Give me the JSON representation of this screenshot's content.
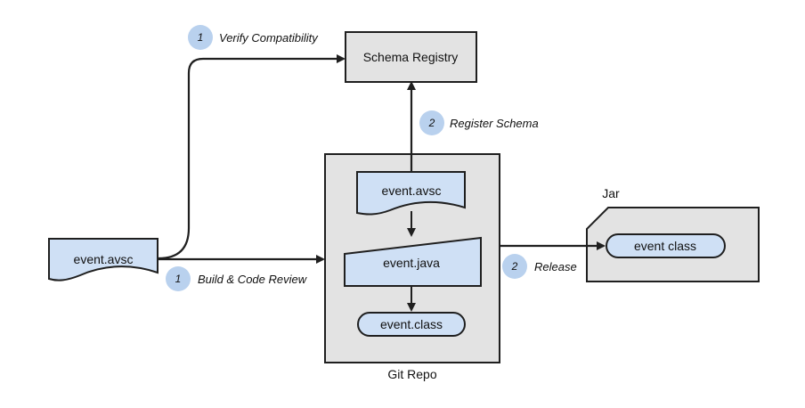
{
  "nodes": {
    "source_file": "event.avsc",
    "schema_registry": "Schema Registry",
    "repo_avsc": "event.avsc",
    "repo_java": "event.java",
    "repo_class": "event.class",
    "git_repo": "Git Repo",
    "jar": "Jar",
    "jar_class": "event class"
  },
  "edges": {
    "verify": {
      "step": "1",
      "label": "Verify Compatibility"
    },
    "build": {
      "step": "1",
      "label": "Build & Code Review"
    },
    "register": {
      "step": "2",
      "label": "Register Schema"
    },
    "release": {
      "step": "2",
      "label": "Release"
    }
  },
  "colors": {
    "node_fill": "#cfe0f5",
    "container_fill": "#e3e3e3",
    "badge_fill": "#b9d1ee",
    "stroke": "#1f1f1f"
  }
}
